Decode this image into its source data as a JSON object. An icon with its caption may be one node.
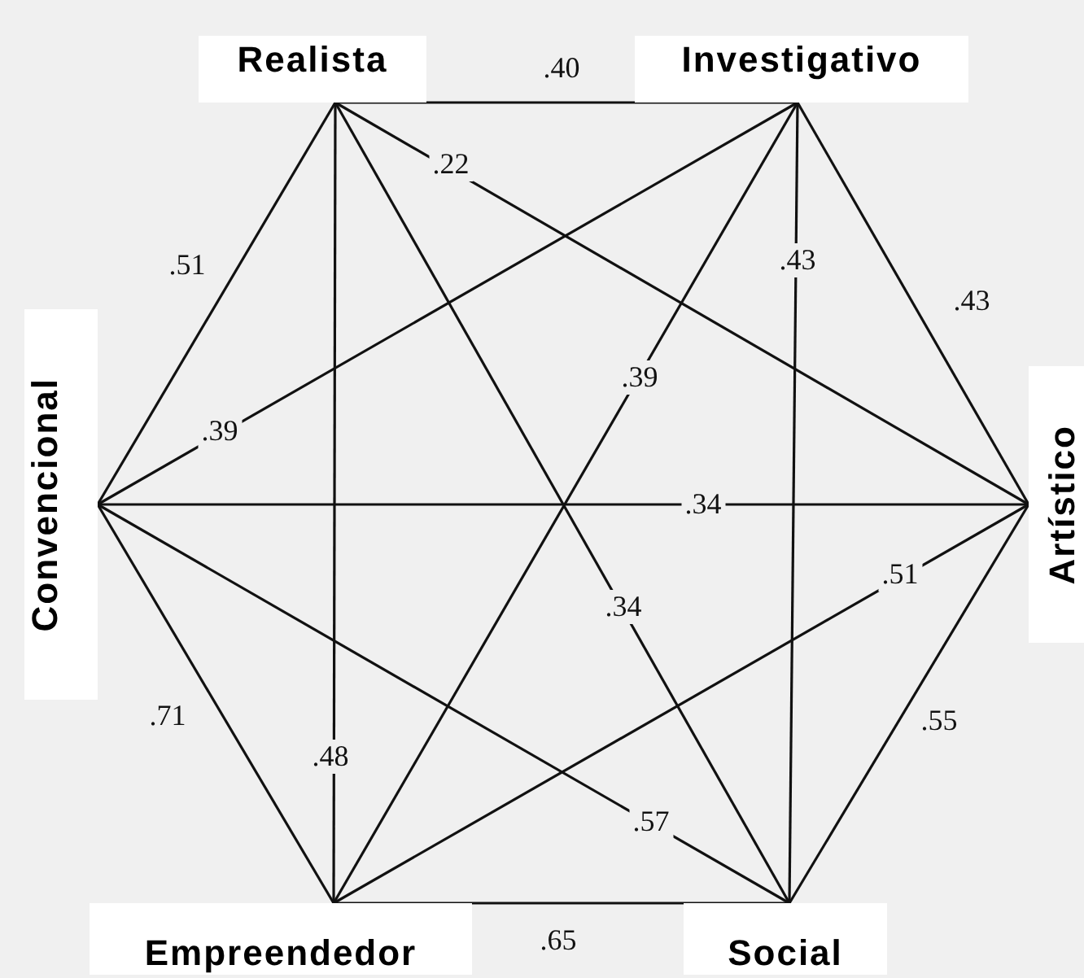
{
  "diagram": {
    "nodes": [
      {
        "text": [
          "Realista"
        ]
      },
      {
        "text": [
          "Investigativo"
        ]
      },
      {
        "text": [
          "Convencional"
        ]
      },
      {
        "text": [
          "Artístico"
        ]
      },
      {
        "text": [
          "Empreendedor"
        ]
      },
      {
        "text": [
          "Social"
        ]
      }
    ],
    "edges": [
      {
        "from": 0,
        "to": 1,
        "arrow": "none",
        "label": ".40"
      },
      {
        "from": 0,
        "to": 3,
        "arrow": "none",
        "label": ".22"
      },
      {
        "from": 0,
        "to": 2,
        "arrow": "none",
        "label": ".51"
      },
      {
        "from": 1,
        "to": 5,
        "arrow": "none",
        "label": ".43"
      },
      {
        "from": 1,
        "to": 3,
        "arrow": "none",
        "label": ".43"
      },
      {
        "from": 2,
        "to": 1,
        "arrow": "none",
        "label": ".39"
      },
      {
        "from": 1,
        "to": 4,
        "arrow": "none",
        "label": ".39"
      },
      {
        "from": 2,
        "to": 3,
        "arrow": "none",
        "label": ".34"
      },
      {
        "from": 0,
        "to": 5,
        "arrow": "none",
        "label": ".34"
      },
      {
        "from": 3,
        "to": 4,
        "arrow": "none",
        "label": ".51"
      },
      {
        "from": 0,
        "to": 4,
        "arrow": "none",
        "label": ".48"
      },
      {
        "from": 2,
        "to": 5,
        "arrow": "none",
        "label": ".57"
      },
      {
        "from": 3,
        "to": 5,
        "arrow": "none",
        "label": ".55"
      },
      {
        "from": 2,
        "to": 4,
        "arrow": "none",
        "label": ".71"
      },
      {
        "from": 4,
        "to": 5,
        "arrow": "none",
        "label": ".65"
      }
    ]
  }
}
